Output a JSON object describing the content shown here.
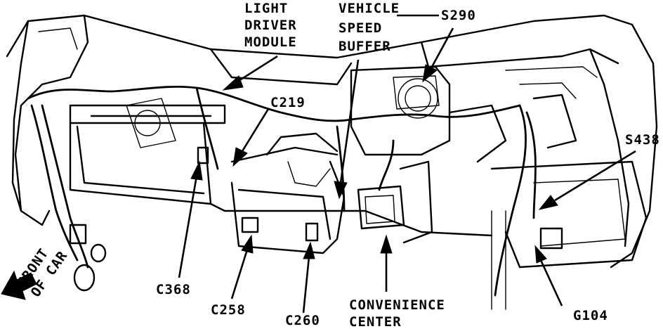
{
  "labels": {
    "light_driver_module": [
      "LIGHT",
      "DRIVER",
      "MODULE"
    ],
    "vehicle_speed_buffer": [
      "VEHICLE",
      "SPEED",
      "BUFFER"
    ],
    "s290": "S290",
    "c219": "C219",
    "s438": "S438",
    "c368": "C368",
    "c258": "C258",
    "c260": "C260",
    "convenience_center": [
      "CONVENIENCE",
      "CENTER"
    ],
    "g104": "G104",
    "front_of_car": [
      "FRONT",
      "OF CAR"
    ]
  }
}
